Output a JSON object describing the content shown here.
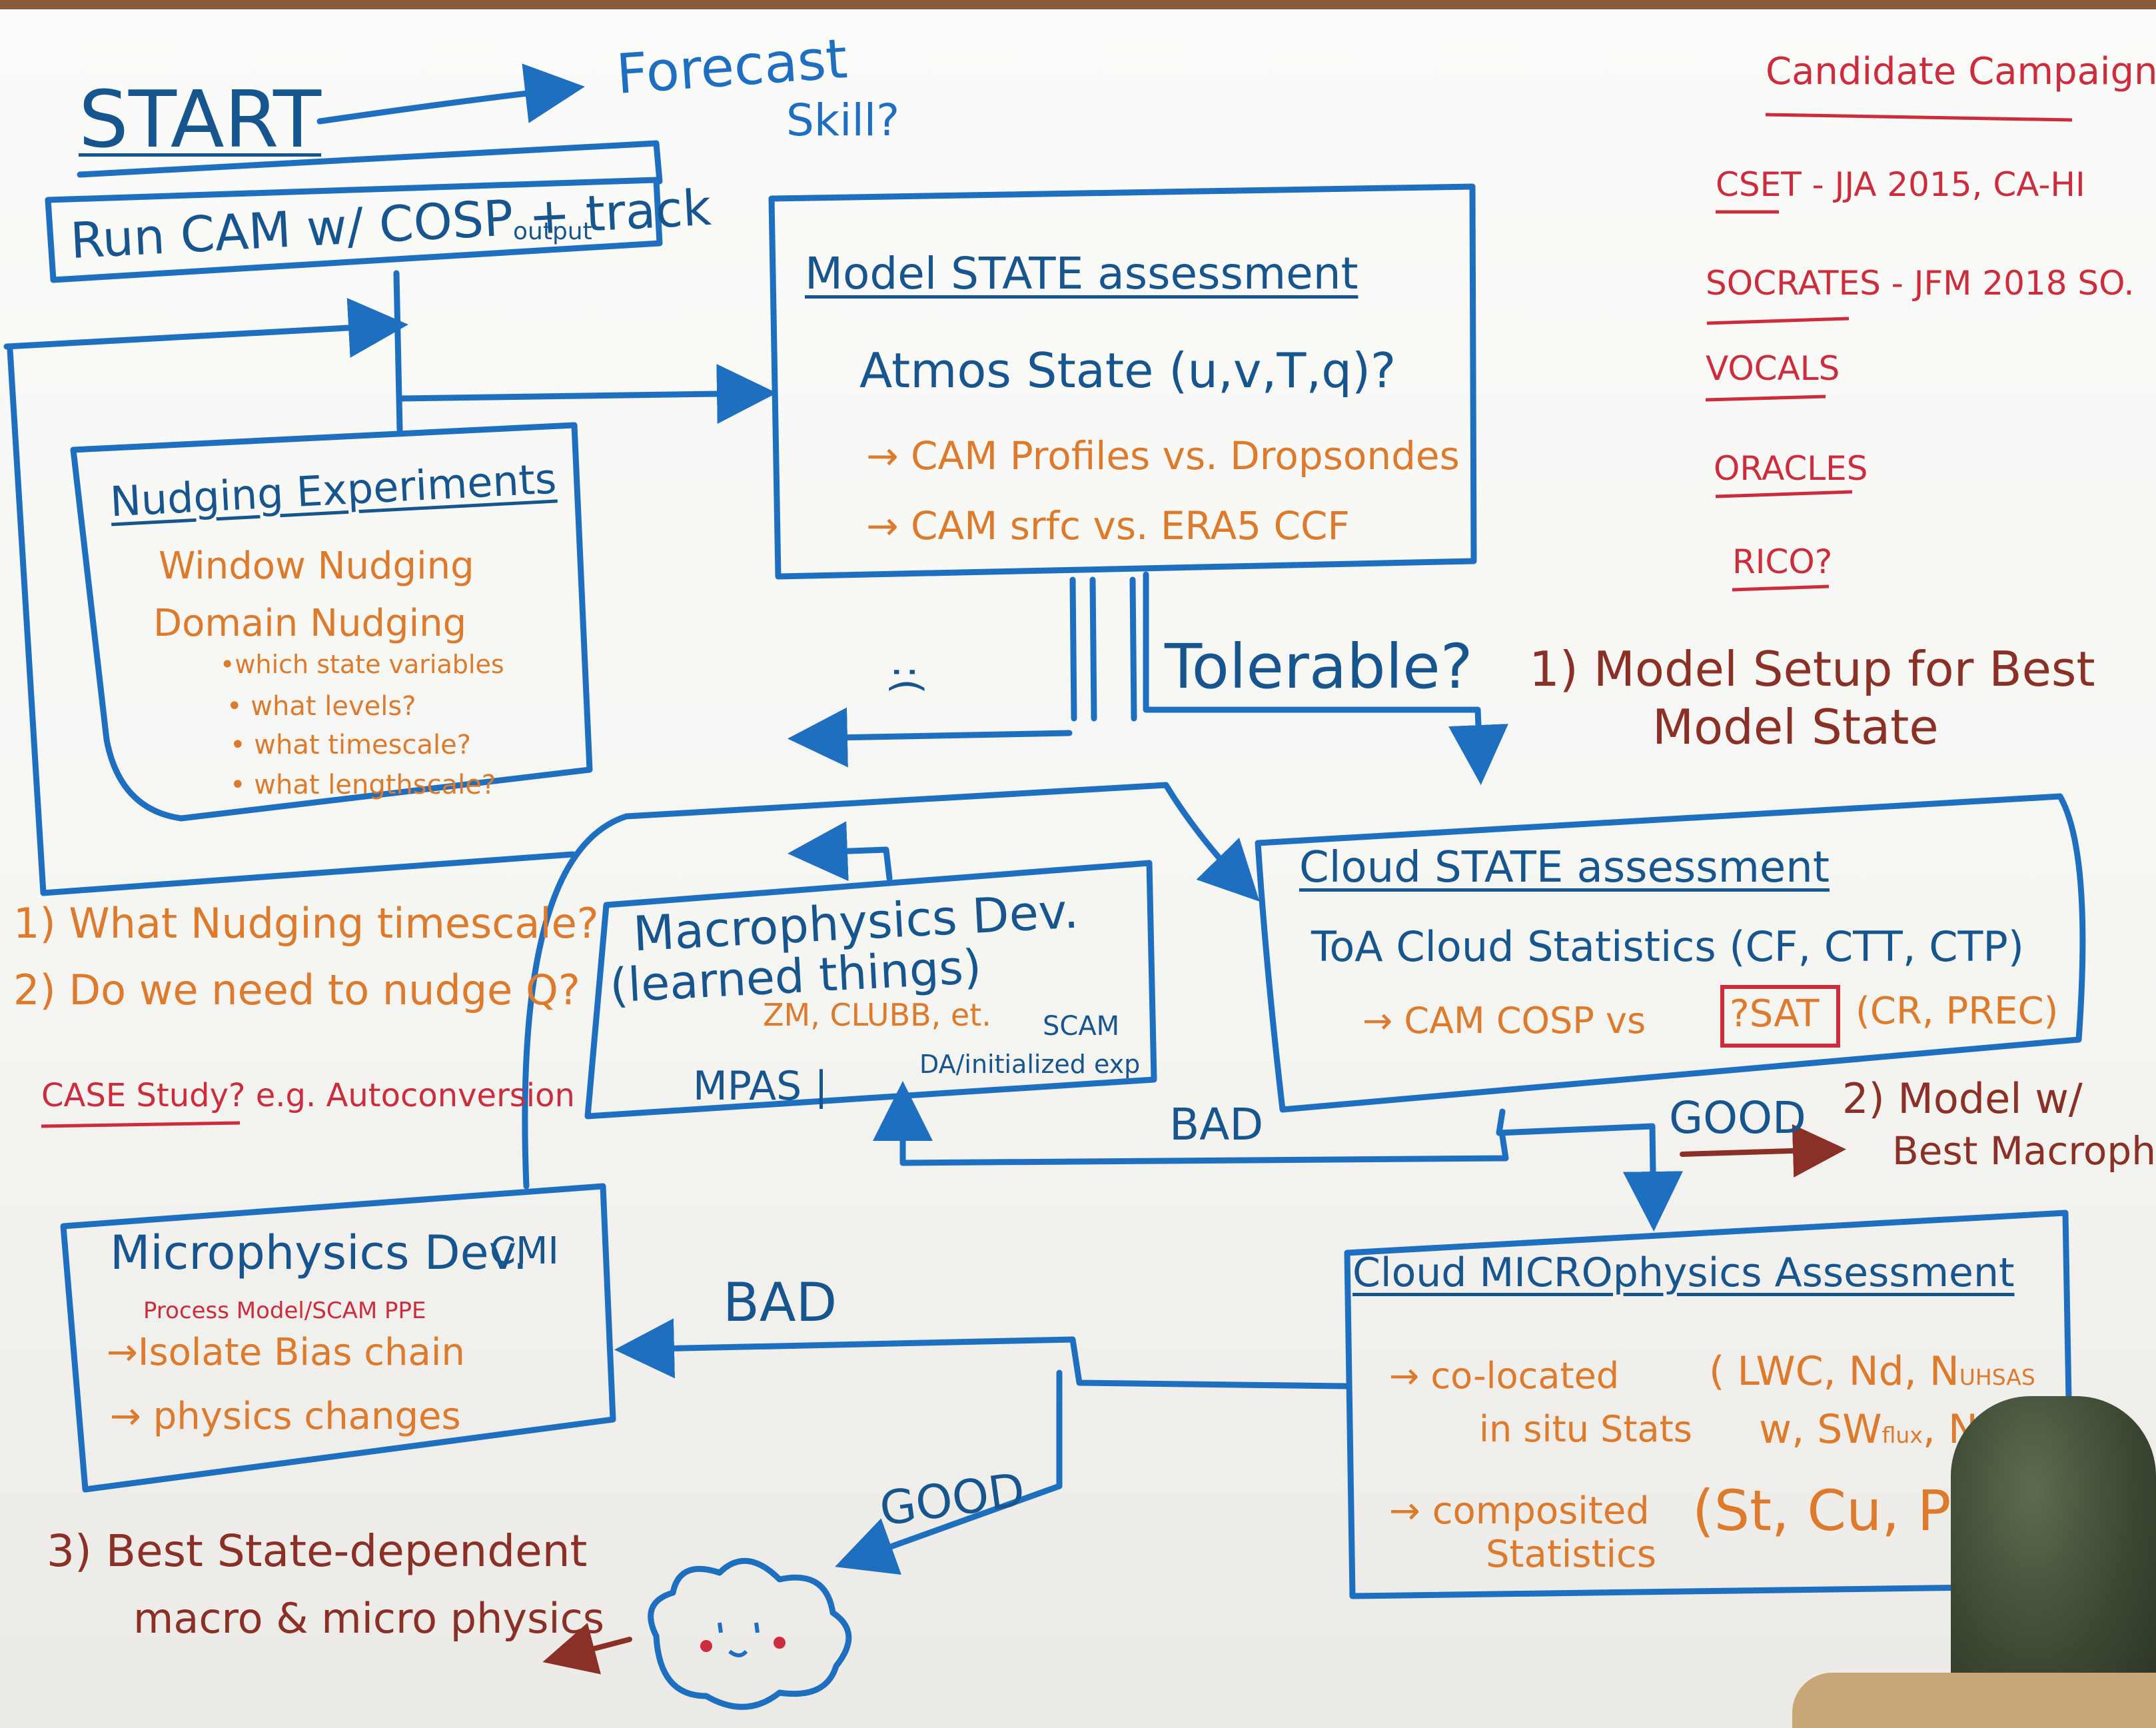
{
  "title": {
    "start": "START",
    "forecast": "Forecast",
    "skill": "Skill?"
  },
  "run_box": {
    "main": "Run CAM w/ COSP + track",
    "sub": "output"
  },
  "nudging": {
    "title": "Nudging Experiments",
    "items": [
      "Window Nudging",
      "Domain Nudging"
    ],
    "bullets": [
      "•which state variables",
      "• what levels?",
      "• what timescale?",
      "• what lengthscale?"
    ]
  },
  "model_state": {
    "title": "Model STATE assessment",
    "atmos": "Atmos State (u,v,T,q)?",
    "rows": [
      "→ CAM Profiles  vs. Dropsondes",
      "→ CAM srfc   vs. ERA5 CCF"
    ]
  },
  "tolerable": {
    "label": "Tolerable?",
    "sad_face": ":("
  },
  "candidates": {
    "title": "Candidate Campaigns",
    "items": [
      "CSET - JJA 2015, CA-HI",
      "SOCRATES - JFM 2018 SO.",
      "VOCALS",
      "ORACLES",
      "RICO?"
    ]
  },
  "note1": {
    "line1": "1) Model Setup for Best",
    "line2": "Model State"
  },
  "cloud_state": {
    "title": "Cloud STATE assessment",
    "toa": "ToA Cloud Statistics (CF, CTT, CTP)",
    "compare_prefix": "→ CAM COSP  vs",
    "sat_box": "?SAT",
    "compare_suffix": "(CR, PREC)"
  },
  "macro": {
    "title": "Macrophysics Dev.",
    "subtitle": "(learned things)",
    "zm": "ZM, CLUBB, et.",
    "scam": "SCAM",
    "mpas": "MPAS |",
    "da": "DA/initialized exp"
  },
  "questions": {
    "q1": "1) What Nudging timescale?",
    "q2": "2) Do we need to nudge Q?",
    "case": "CASE Study? e.g. Autoconversion"
  },
  "flow": {
    "bad_top": "BAD",
    "good_top": "GOOD",
    "bad_micro": "BAD",
    "good_bottom": "GOOD"
  },
  "note2": {
    "line1": "2) Model w/",
    "line2": "Best Macrophy"
  },
  "micro_dev": {
    "title": "Microphysics Dev.",
    "cmi": "CMI",
    "ppe": "Process Model/SCAM PPE",
    "items": [
      "→Isolate Bias chain",
      "→ physics changes"
    ]
  },
  "micro_assess": {
    "title": "Cloud MICROphysics Assessment",
    "colocated_1": "→ co-located",
    "colocated_2": "in situ Stats",
    "vars_1": "( LWC, Nd, N",
    "vars_1_sub": "UHSAS",
    "vars_2": "w, SW",
    "vars_2_sub": "flux",
    "vars_2_tail": ", N",
    "composited_1": "→ composited",
    "composited_2": "Statistics",
    "regimes": "(St, Cu, Prec"
  },
  "note3": {
    "line1": "3) Best State-dependent",
    "line2": "macro & micro physics"
  },
  "colors": {
    "blue": "#1f6fc0",
    "orange": "#dd7a2c",
    "red": "#cc2c3c",
    "brown": "#8a3026"
  }
}
